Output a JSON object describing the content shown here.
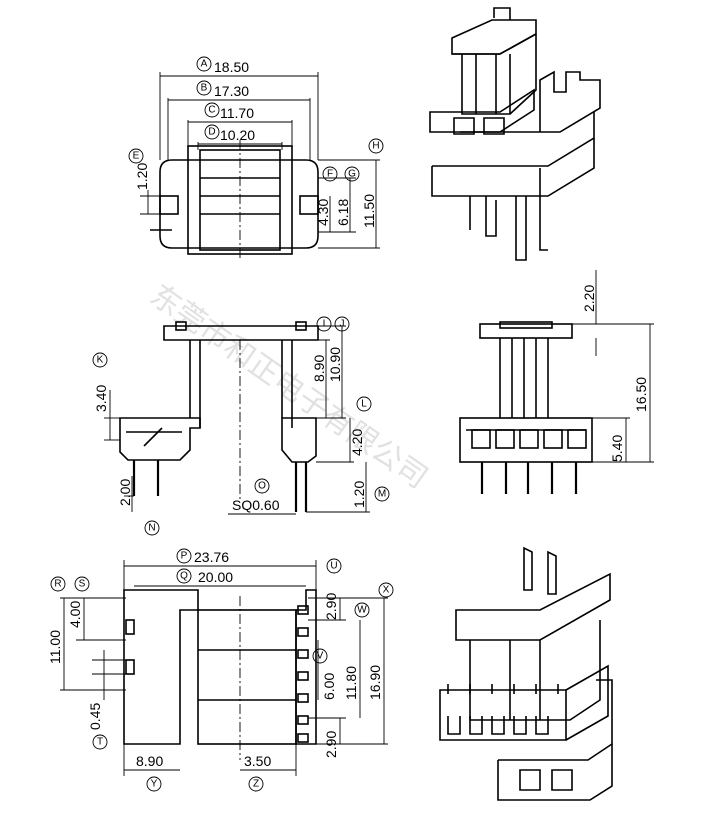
{
  "watermark": "东莞市和正电子有限公司",
  "top_view": {
    "dims": {
      "A": "18.50",
      "B": "17.30",
      "C": "11.70",
      "D": "10.20",
      "E": "1.20",
      "F": "4.30",
      "G": "6.18",
      "H": "11.50"
    },
    "letters": [
      "A",
      "B",
      "C",
      "D",
      "E",
      "F",
      "G",
      "H"
    ]
  },
  "front_view": {
    "dims": {
      "I": "8.90",
      "J": "10.90",
      "K": "3.40",
      "L": "4.20",
      "M": "1.20",
      "N": "2.00",
      "O": "SQ0.60"
    },
    "letters": [
      "I",
      "J",
      "K",
      "L",
      "M",
      "N",
      "O"
    ]
  },
  "side_view": {
    "dims": {
      "top": "2.20",
      "height": "16.50",
      "pin": "5.40"
    }
  },
  "bottom_view": {
    "dims": {
      "P": "23.76",
      "Q": "20.00",
      "R": "11.00",
      "S": "4.00",
      "T": "0.45",
      "U": "2.90",
      "V": "6.00",
      "W": "11.80",
      "X": "16.90",
      "U2": "2.90",
      "Y": "8.90",
      "Z": "3.50"
    },
    "letters": [
      "P",
      "Q",
      "R",
      "S",
      "T",
      "U",
      "V",
      "W",
      "X",
      "Y",
      "Z"
    ]
  }
}
